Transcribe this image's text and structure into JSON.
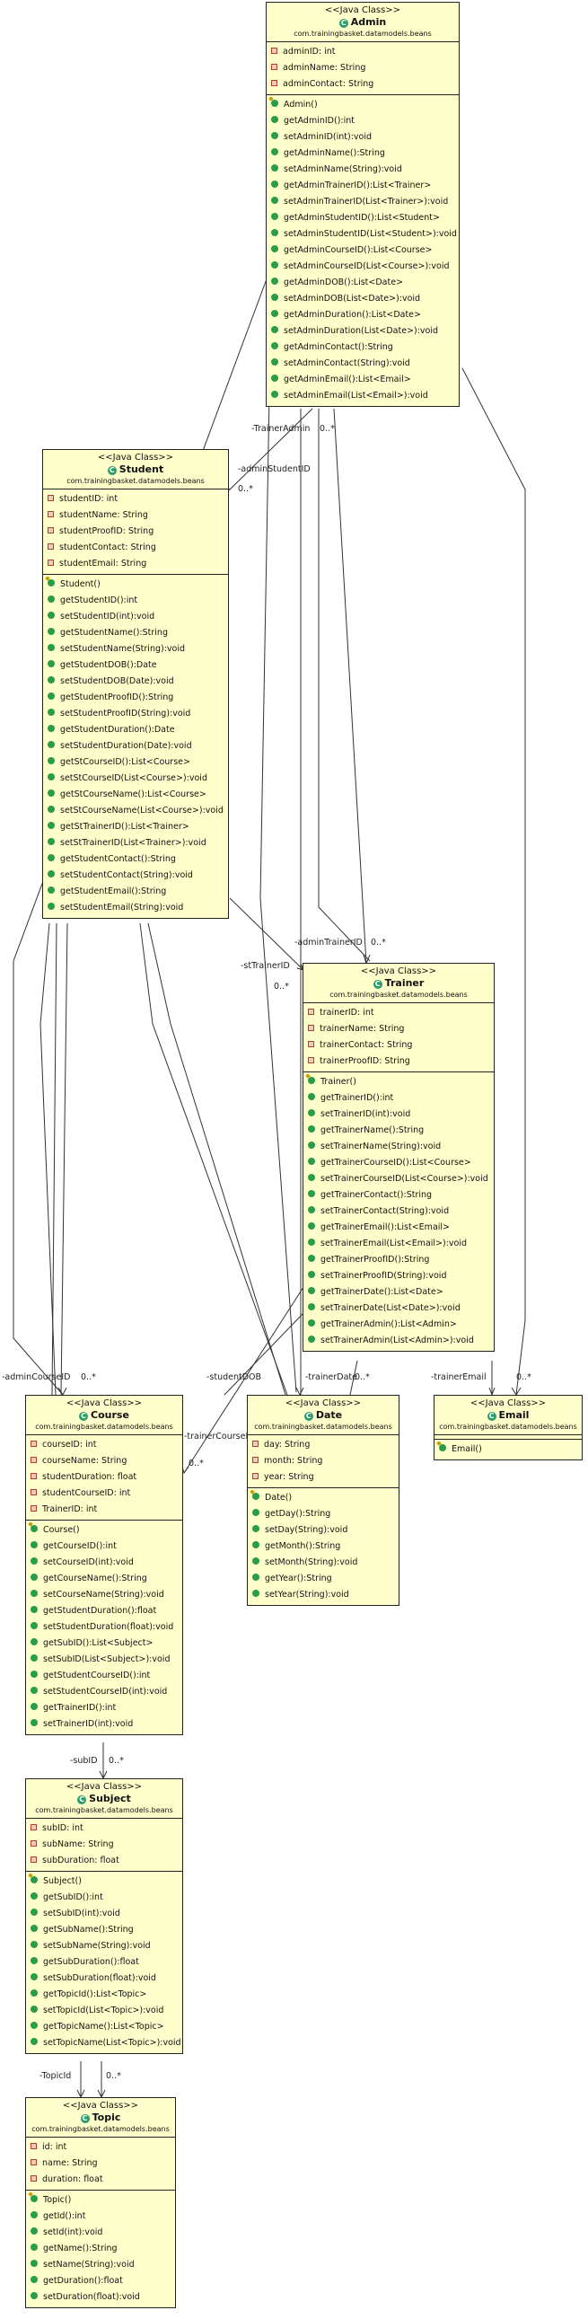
{
  "stereotype": "<<Java Class>>",
  "package": "com.trainingbasket.datamodels.beans",
  "classes": {
    "admin": {
      "name": "Admin",
      "fields": [
        "adminID: int",
        "adminName: String",
        "adminContact: String"
      ],
      "methods": [
        "Admin()",
        "getAdminID():int",
        "setAdminID(int):void",
        "getAdminName():String",
        "setAdminName(String):void",
        "getAdminTrainerID():List<Trainer>",
        "setAdminTrainerID(List<Trainer>):void",
        "getAdminStudentID():List<Student>",
        "setAdminStudentID(List<Student>):void",
        "getAdminCourseID():List<Course>",
        "setAdminCourseID(List<Course>):void",
        "getAdminDOB():List<Date>",
        "setAdminDOB(List<Date>):void",
        "getAdminDuration():List<Date>",
        "setAdminDuration(List<Date>):void",
        "getAdminContact():String",
        "setAdminContact(String):void",
        "getAdminEmail():List<Email>",
        "setAdminEmail(List<Email>):void"
      ]
    },
    "student": {
      "name": "Student",
      "fields": [
        "studentID: int",
        "studentName: String",
        "studentProofID: String",
        "studentContact: String",
        "studentEmail: String"
      ],
      "methods": [
        "Student()",
        "getStudentID():int",
        "setStudentID(int):void",
        "getStudentName():String",
        "setStudentName(String):void",
        "getStudentDOB():Date",
        "setStudentDOB(Date):void",
        "getStudentProofID():String",
        "setStudentProofID(String):void",
        "getStudentDuration():Date",
        "setStudentDuration(Date):void",
        "getStCourseID():List<Course>",
        "setStCourseID(List<Course>):void",
        "getStCourseName():List<Course>",
        "setStCourseName(List<Course>):void",
        "getStTrainerID():List<Trainer>",
        "setStTrainerID(List<Trainer>):void",
        "getStudentContact():String",
        "setStudentContact(String):void",
        "getStudentEmail():String",
        "setStudentEmail(String):void"
      ]
    },
    "trainer": {
      "name": "Trainer",
      "fields": [
        "trainerID: int",
        "trainerName: String",
        "trainerContact: String",
        "trainerProofID: String"
      ],
      "methods": [
        "Trainer()",
        "getTrainerID():int",
        "setTrainerID(int):void",
        "getTrainerName():String",
        "setTrainerName(String):void",
        "getTrainerCourseID():List<Course>",
        "setTrainerCourseID(List<Course>):void",
        "getTrainerContact():String",
        "setTrainerContact(String):void",
        "getTrainerEmail():List<Email>",
        "setTrainerEmail(List<Email>):void",
        "getTrainerProofID():String",
        "setTrainerProofID(String):void",
        "getTrainerDate():List<Date>",
        "setTrainerDate(List<Date>):void",
        "getTrainerAdmin():List<Admin>",
        "setTrainerAdmin(List<Admin>):void"
      ]
    },
    "course": {
      "name": "Course",
      "fields": [
        "courseID: int",
        "courseName: String",
        "studentDuration: float",
        "studentCourseID: int",
        "TrainerID: int"
      ],
      "methods": [
        "Course()",
        "getCourseID():int",
        "setCourseID(int):void",
        "getCourseName():String",
        "setCourseName(String):void",
        "getStudentDuration():float",
        "setStudentDuration(float):void",
        "getSubID():List<Subject>",
        "setSubID(List<Subject>):void",
        "getStudentCourseID():int",
        "setStudentCourseID(int):void",
        "getTrainerID():int",
        "setTrainerID(int):void"
      ]
    },
    "date": {
      "name": "Date",
      "fields": [
        "day: String",
        "month: String",
        "year: String"
      ],
      "methods": [
        "Date()",
        "getDay():String",
        "setDay(String):void",
        "getMonth():String",
        "setMonth(String):void",
        "getYear():String",
        "setYear(String):void"
      ]
    },
    "email": {
      "name": "Email",
      "fields": [],
      "methods": [
        "Email()"
      ]
    },
    "subject": {
      "name": "Subject",
      "fields": [
        "subID: int",
        "subName: String",
        "subDuration: float"
      ],
      "methods": [
        "Subject()",
        "getSubID():int",
        "setSubID(int):void",
        "getSubName():String",
        "setSubName(String):void",
        "getSubDuration():float",
        "setSubDuration(float):void",
        "getTopicId():List<Topic>",
        "setTopicId(List<Topic>):void",
        "getTopicName():List<Topic>",
        "setTopicName(List<Topic>):void"
      ]
    },
    "topic": {
      "name": "Topic",
      "fields": [
        "id: int",
        "name: String",
        "duration: float"
      ],
      "methods": [
        "Topic()",
        "getId():int",
        "setId(int):void",
        "getName():String",
        "setName(String):void",
        "getDuration():float",
        "setDuration(float):void"
      ]
    }
  },
  "edge_labels": {
    "trainer_admin": "-TrainerAdmin",
    "admin_trainer_mult": "0..*",
    "admin_student_id": "-adminStudentID",
    "admin_student_mult": "0..*",
    "admin_trainer_id": "-adminTrainerID",
    "admin_trainer_id_mult": "0..*",
    "st_trainer_id": "-stTrainerID",
    "st_trainer_mult": "0..*",
    "course_labels": "-adminCourseID",
    "course_mult": "0..*",
    "date_labels": "-studentDOB",
    "date_labels_2": "-trainerDate",
    "date_mult": "0..*",
    "email_label": "-trainerEmail",
    "email_mult": "0..*",
    "trainer_course_id": "-trainerCourseID",
    "trainer_course_mult": "0..*",
    "sub_id": "-subID",
    "sub_id_mult": "0..*",
    "topic_id": "-TopicId",
    "topic_mult": "0..*"
  }
}
